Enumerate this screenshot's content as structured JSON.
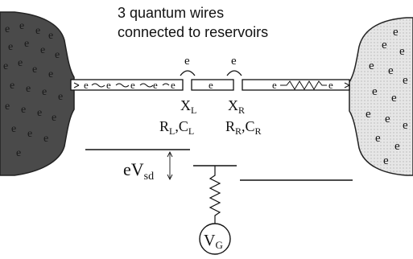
{
  "title": {
    "line1": "3 quantum wires",
    "line2": "connected to reservoirs"
  },
  "electron_symbol": "e",
  "reservoirs": {
    "left": {
      "fill": "#4a4a4a",
      "electron_count": 24
    },
    "right": {
      "fill": "#dcdcdc",
      "electron_count": 14
    }
  },
  "wire_labels": {
    "left_junction": {
      "x_label": "X",
      "x_sub": "L",
      "rc": "R",
      "rc_sub": "L",
      "rc_sep": ",C",
      "c_sub": "L"
    },
    "right_junction": {
      "x_label": "X",
      "x_sub": "R",
      "rc": "R",
      "rc_sub": "R",
      "rc_sep": ",C",
      "c_sub": "R"
    }
  },
  "bias": {
    "label": "eV",
    "sub": "sd"
  },
  "gate": {
    "label": "V",
    "sub": "G"
  }
}
